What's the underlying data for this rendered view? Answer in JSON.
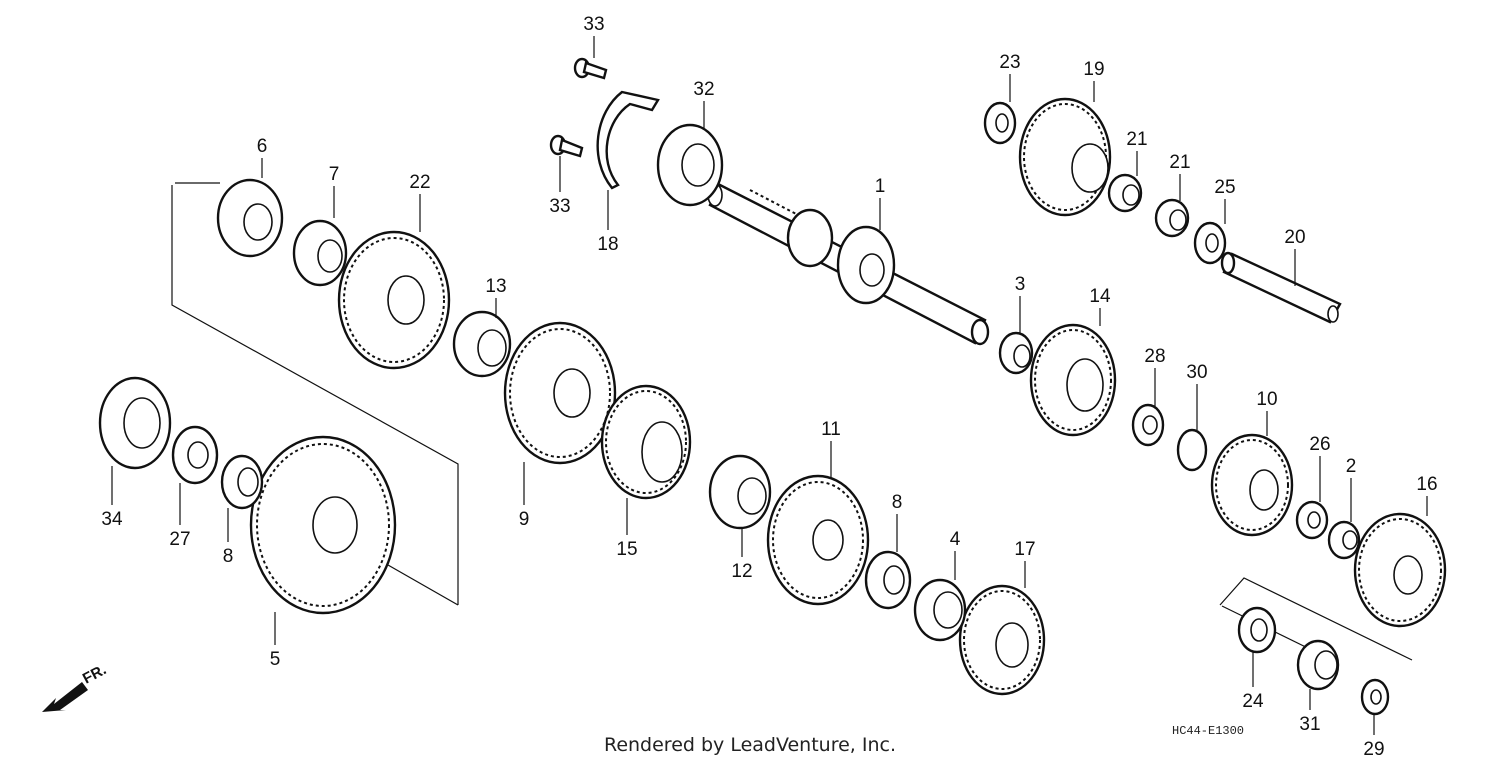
{
  "diagram": {
    "callouts": [
      "1",
      "2",
      "3",
      "4",
      "5",
      "6",
      "7",
      "8",
      "9",
      "10",
      "11",
      "12",
      "13",
      "14",
      "15",
      "16",
      "17",
      "18",
      "19",
      "20",
      "21",
      "22",
      "23",
      "24",
      "25",
      "26",
      "27",
      "28",
      "29",
      "30",
      "31",
      "32",
      "33",
      "34"
    ],
    "drawing_code": "HC44-E1300",
    "direction_marker": "FR.",
    "credit": "Rendered by LeadVenture, Inc."
  }
}
